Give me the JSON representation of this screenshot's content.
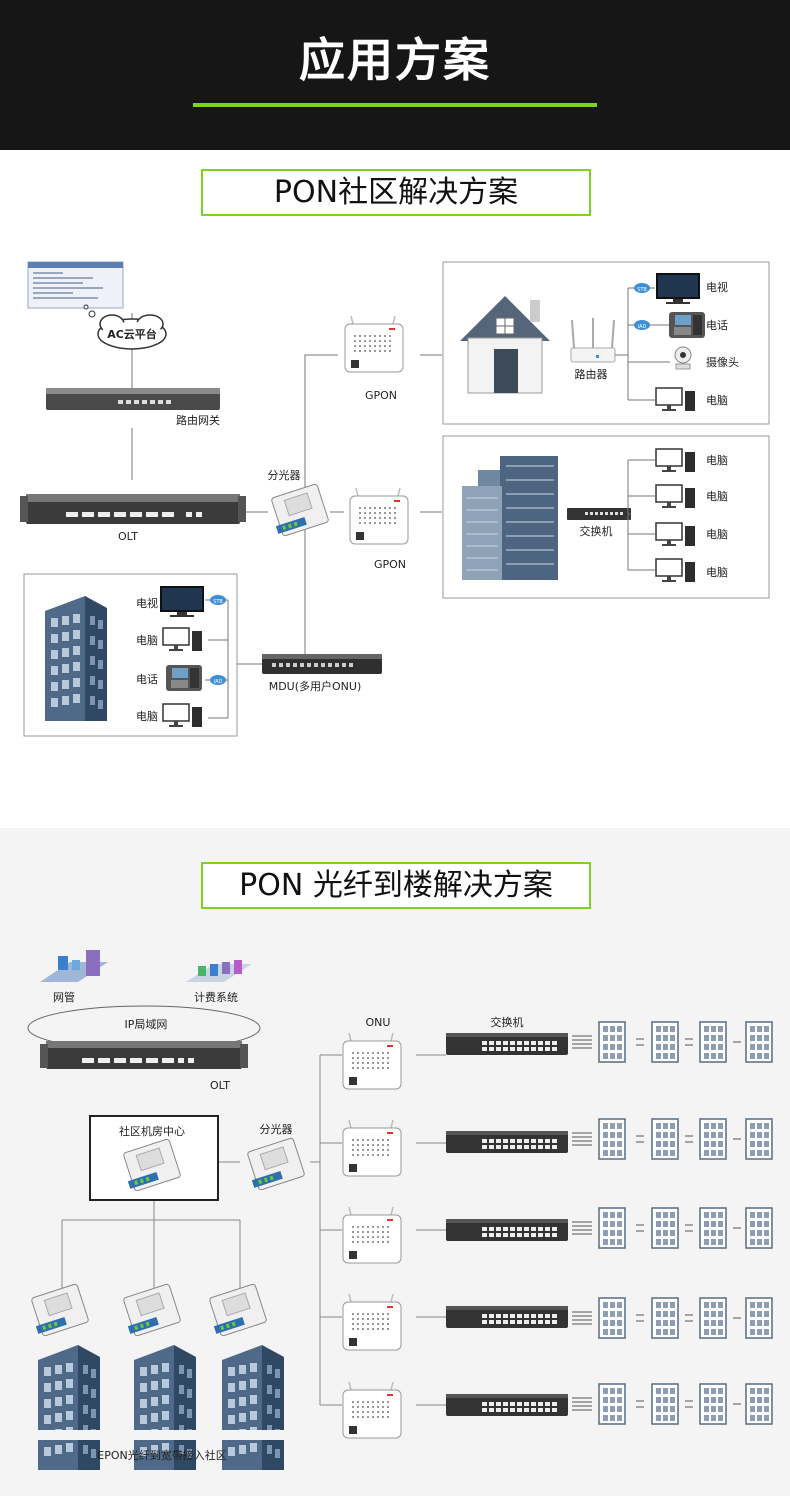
{
  "header": {
    "title": "应用方案"
  },
  "section1": {
    "title": "PON社区解决方案",
    "ac_cloud": "AC云平台",
    "router_gateway": "路由网关",
    "olt": "OLT",
    "splitter": "分光器",
    "gpon_top": "GPON",
    "gpon_mid": "GPON",
    "mdu": "MDU(多用户ONU)",
    "home": {
      "router": "路由器",
      "devices": [
        "电视",
        "电话",
        "摄像头",
        "电脑"
      ],
      "tags": [
        "STB",
        "IAD"
      ]
    },
    "office": {
      "switch": "交换机",
      "devices": [
        "电脑",
        "电脑",
        "电脑",
        "电脑"
      ]
    },
    "tower": {
      "devices": [
        "电视",
        "电脑",
        "电话",
        "电脑"
      ],
      "tags": [
        "STB",
        "IAD"
      ]
    }
  },
  "section2": {
    "title": "PON 光纤到楼解决方案",
    "netmgmt": "网管",
    "billing": "计费系统",
    "ip_lan": "IP局域网",
    "olt": "OLT",
    "community_center": "社区机房中心",
    "splitter": "分光器",
    "onu": "ONU",
    "switch": "交换机",
    "bottom_caption": "EPON光纤到宽带接入社区"
  }
}
